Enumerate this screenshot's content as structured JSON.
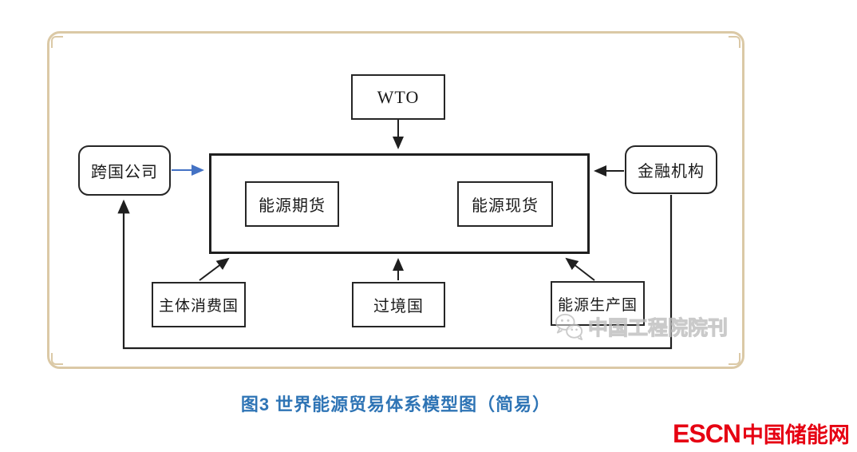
{
  "diagram": {
    "nodes": {
      "wto": "WTO",
      "multinational": "跨国公司",
      "financial": "金融机构",
      "futures": "能源期货",
      "spot": "能源现货",
      "consumer": "主体消费国",
      "transit": "过境国",
      "producer": "能源生产国"
    },
    "arrows": [
      {
        "from": "wto",
        "to": "market",
        "color": "black",
        "direction": "down"
      },
      {
        "from": "multinational",
        "to": "market",
        "color": "blue",
        "direction": "right"
      },
      {
        "from": "financial",
        "to": "market",
        "color": "black",
        "direction": "left"
      },
      {
        "from": "consumer",
        "to": "market",
        "color": "black",
        "direction": "up-right"
      },
      {
        "from": "transit",
        "to": "market",
        "color": "black",
        "direction": "up"
      },
      {
        "from": "producer",
        "to": "market",
        "color": "black",
        "direction": "up-left"
      },
      {
        "from": "financial",
        "to": "multinational",
        "color": "black",
        "direction": "down-left-up",
        "path": "feedback-loop"
      }
    ]
  },
  "caption": "图3 世界能源贸易体系模型图（简易）",
  "watermark": {
    "icon": "wechat-icon",
    "text": "中国工程院院刊"
  },
  "logo": {
    "escn": "ESCN",
    "site": "中国储能网"
  },
  "colors": {
    "frame": "#dbc9a6",
    "caption_blue": "#2e74b5",
    "logo_red": "#e60012",
    "arrow_blue": "#4472c4",
    "line": "#1f1f1f"
  }
}
